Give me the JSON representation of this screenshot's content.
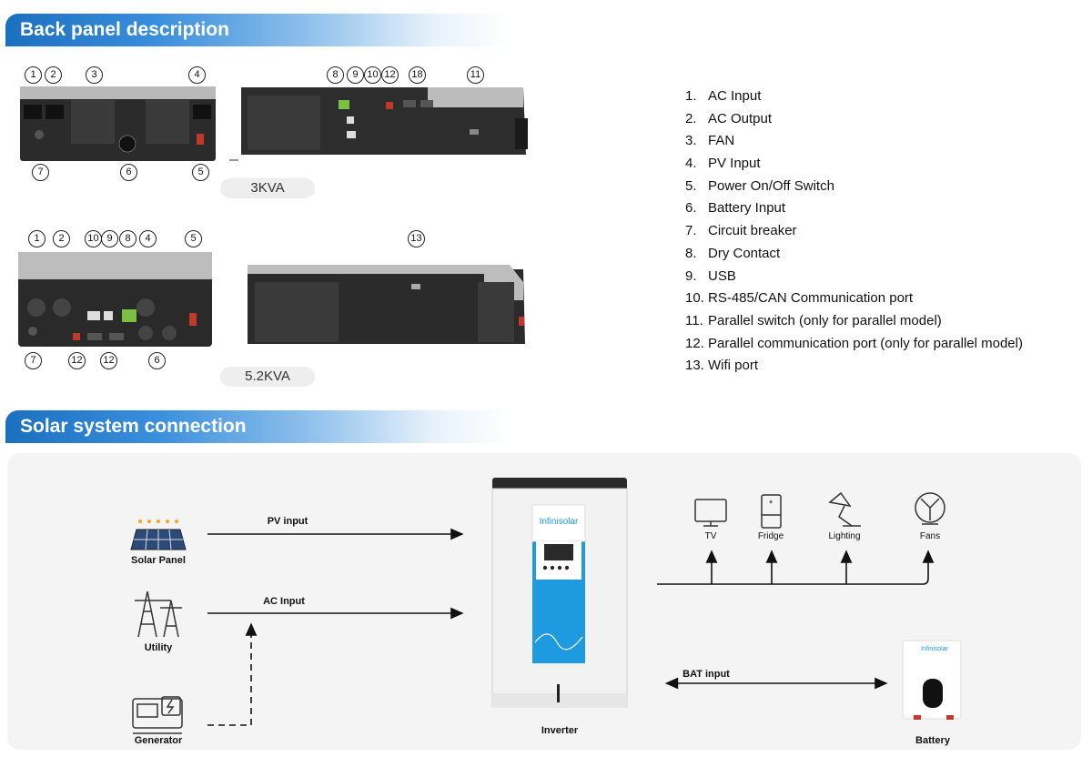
{
  "sections": {
    "back_panel_title": "Back panel description",
    "solar_title": "Solar system connection"
  },
  "models": {
    "small": "3KVA",
    "large": "5.2KVA"
  },
  "callouts_3kva_front": [
    "1",
    "2",
    "3",
    "4",
    "7",
    "6",
    "5"
  ],
  "callouts_3kva_side": [
    "8",
    "9",
    "10",
    "12",
    "18",
    "11"
  ],
  "callouts_52_front": [
    "1",
    "2",
    "10",
    "9",
    "8",
    "4",
    "5",
    "7",
    "12",
    "12",
    "6"
  ],
  "callouts_52_side": [
    "13"
  ],
  "panel_items": [
    {
      "num": "1.",
      "label": "AC Input"
    },
    {
      "num": "2.",
      "label": "AC Output"
    },
    {
      "num": "3.",
      "label": "FAN"
    },
    {
      "num": "4.",
      "label": "PV Input"
    },
    {
      "num": "5.",
      "label": "Power On/Off Switch"
    },
    {
      "num": "6.",
      "label": "Battery Input"
    },
    {
      "num": "7.",
      "label": "Circuit breaker"
    },
    {
      "num": "8.",
      "label": "Dry Contact"
    },
    {
      "num": "9.",
      "label": "USB"
    },
    {
      "num": "10.",
      "label": "RS-485/CAN Communication port"
    },
    {
      "num": "11.",
      "label": "Parallel switch (only for parallel model)"
    },
    {
      "num": "12.",
      "label": "Parallel communication port (only for parallel model)"
    },
    {
      "num": "13.",
      "label": "Wifi port"
    }
  ],
  "diagram": {
    "solar_panel": "Solar Panel",
    "utility": "Utility",
    "generator": "Generator",
    "inverter": "Inverter",
    "battery": "Battery",
    "pv_input": "PV input",
    "ac_input": "AC Input",
    "bat_input": "BAT input",
    "loads": [
      "TV",
      "Fridge",
      "Lighting",
      "Fans"
    ],
    "brand": "Infinisolar",
    "accent": "#1e9be0"
  }
}
